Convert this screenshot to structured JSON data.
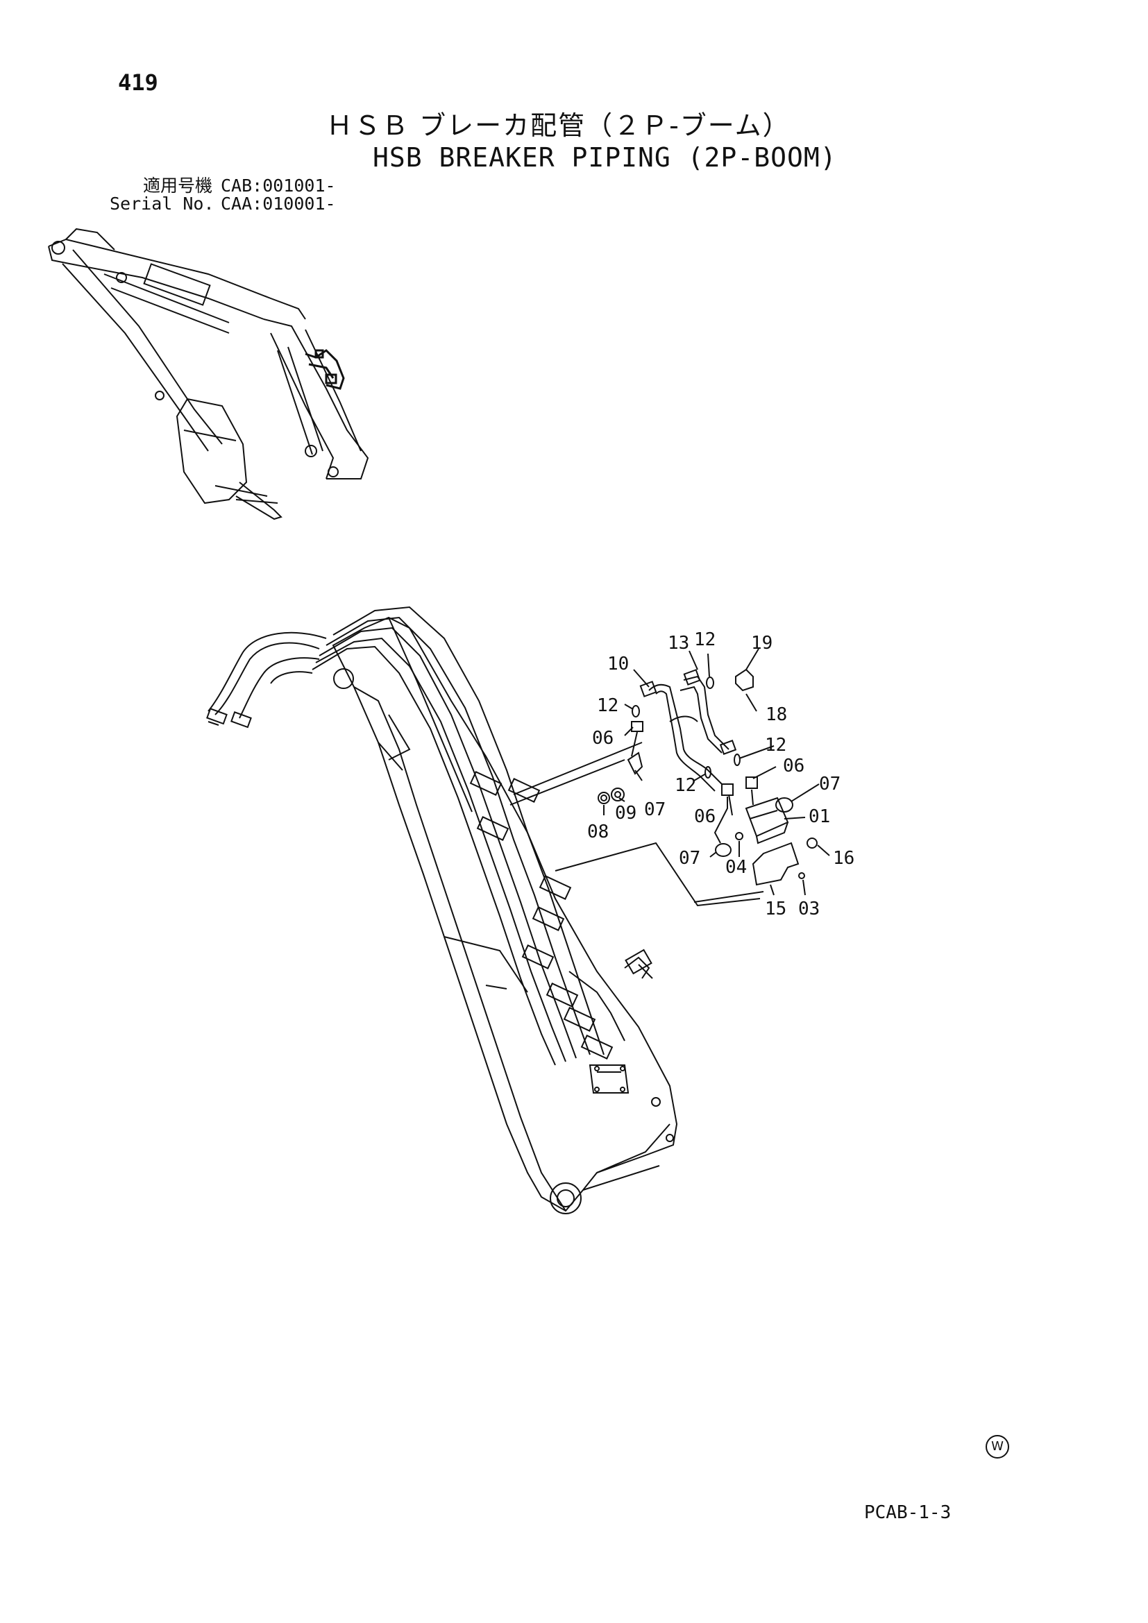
{
  "page": {
    "number": "419",
    "title_jp": "ＨＳＢ ブレーカ配管（２Ｐ-ブーム）",
    "title_en": "HSB BREAKER PIPING (2P-BOOM)",
    "serial": [
      {
        "label": "適用号機",
        "value": "CAB:001001-"
      },
      {
        "label": "Serial No.",
        "value": "CAA:010001-"
      }
    ],
    "footer_code": "PCAB-1-3",
    "watermark_symbol": "W"
  },
  "callouts": [
    "13",
    "12",
    "19",
    "10",
    "12",
    "18",
    "06",
    "12",
    "12",
    "06",
    "07",
    "07",
    "08",
    "09",
    "06",
    "01",
    "07",
    "04",
    "16",
    "15",
    "03"
  ],
  "colors": {
    "ink": "#111111",
    "paper": "#ffffff"
  }
}
